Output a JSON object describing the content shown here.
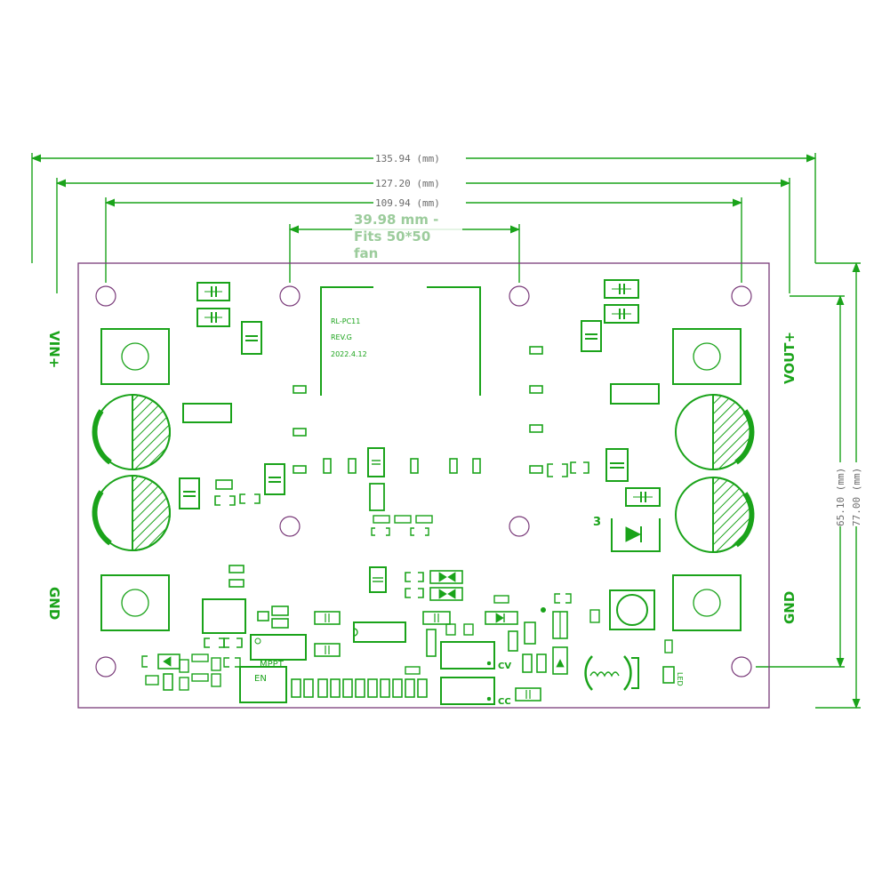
{
  "colors": {
    "pcb_line": "#1aa31a",
    "board_outline": "#7a3b7a",
    "dimension_line": "#1aa31a",
    "hole": "#7a3b7a",
    "fan_label": "#9ccc9c"
  },
  "dimensions": {
    "width_overall": "135.94 (mm)",
    "width_mid": "127.20 (mm)",
    "width_holes": "109.94 (mm)",
    "fan_line1": "39.98 mm -",
    "fan_line2": "Fits 50*50",
    "fan_line3": "fan",
    "height_holes": "65.10 (mm)",
    "height_overall": "77.00 (mm)"
  },
  "labels": {
    "vin": "VIN+",
    "vout": "VOUT+",
    "gnd_left": "GND",
    "gnd_right": "GND",
    "model": "RL-PC11",
    "revision": "REV.G",
    "date": "2022.4.12",
    "mppt": "MPPT",
    "en": "EN",
    "cv": "CV",
    "cc": "CC",
    "led": "LED",
    "pin3": "3"
  },
  "icons": [
    "capacitor-icon",
    "diode-icon",
    "electrolytic-capacitor-icon",
    "inductor-icon",
    "terminal-icon",
    "mounting-hole-icon"
  ]
}
